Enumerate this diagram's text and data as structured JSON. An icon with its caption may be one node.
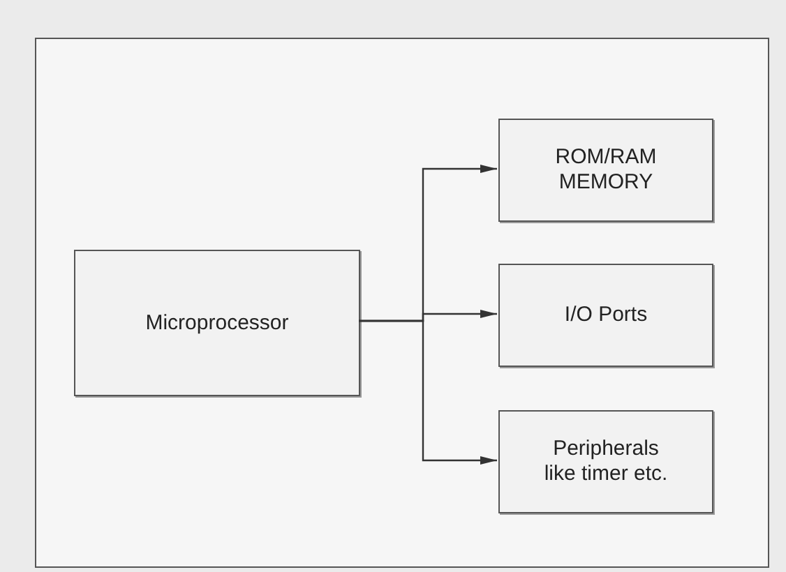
{
  "diagram": {
    "nodes": [
      {
        "text": [],
        "shape": "box"
      },
      {
        "text": [
          "Microprocessor"
        ],
        "in": 0
      },
      {
        "text": [
          "ROM/RAM MEMORY"
        ],
        "in": 0
      },
      {
        "text": [
          "I/O Ports"
        ],
        "in": 0
      },
      {
        "text": [
          "Peripherals like timer etc."
        ],
        "in": 0
      }
    ],
    "edges": [
      {
        "from": 1,
        "to": 2,
        "arrow": "to"
      },
      {
        "from": 1,
        "to": 3,
        "arrow": "to"
      },
      {
        "from": 1,
        "to": 4,
        "arrow": "to"
      }
    ]
  }
}
